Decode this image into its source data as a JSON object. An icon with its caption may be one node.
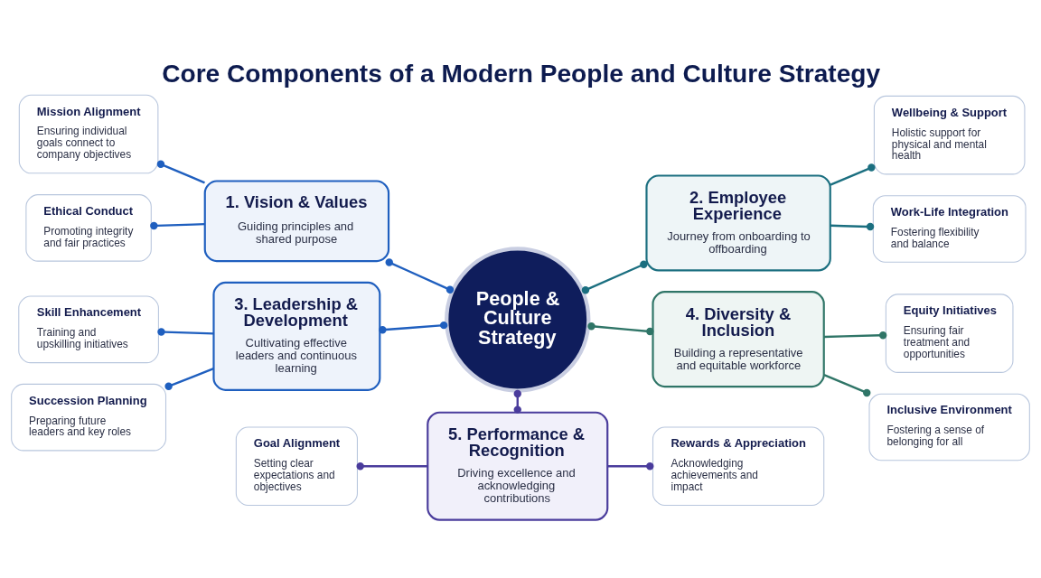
{
  "diagram": {
    "title": "Core Components of a Modern People and Culture Strategy",
    "nodes": [
      {
        "text": [
          "People & Culture Strategy"
        ]
      },
      {
        "text": [
          "1. Vision & Values",
          "Guiding principles and shared purpose"
        ]
      },
      {
        "text": [
          "Mission Alignment",
          "Ensuring individual goals connect to company objectives"
        ]
      },
      {
        "text": [
          "Ethical Conduct",
          "Promoting integrity and fair practices"
        ]
      },
      {
        "text": [
          "2. Employee Experience",
          "Journey from onboarding to offboarding"
        ]
      },
      {
        "text": [
          "Wellbeing & Support",
          "Holistic support for physical and mental health"
        ]
      },
      {
        "text": [
          "Work-Life Integration",
          "Fostering flexibility and balance"
        ]
      },
      {
        "text": [
          "3. Leadership & Development",
          "Cultivating effective leaders and continuous learning"
        ]
      },
      {
        "text": [
          "Skill Enhancement",
          "Training and upskilling initiatives"
        ]
      },
      {
        "text": [
          "Succession Planning",
          "Preparing future leaders and key roles"
        ]
      },
      {
        "text": [
          "4. Diversity & Inclusion",
          "Building a representative and equitable workforce"
        ]
      },
      {
        "text": [
          "Equity Initiatives",
          "Ensuring fair treatment and opportunities"
        ]
      },
      {
        "text": [
          "Inclusive Environment",
          "Fostering a sense of belonging for all"
        ]
      },
      {
        "text": [
          "5. Performance & Recognition",
          "Driving excellence and acknowledging contributions"
        ]
      },
      {
        "text": [
          "Goal Alignment",
          "Setting clear expectations and objectives"
        ]
      },
      {
        "text": [
          "Rewards & Appreciation",
          "Acknowledging achievements and impact"
        ]
      }
    ],
    "edges": [
      {
        "from": 0,
        "to": 1,
        "arrow": "other"
      },
      {
        "from": 0,
        "to": 4,
        "arrow": "other",
        "color": "#1b6f80"
      },
      {
        "from": 0,
        "to": 7,
        "arrow": "other"
      },
      {
        "from": 0,
        "to": 10,
        "arrow": "other",
        "color": "#2f7567"
      },
      {
        "from": 0,
        "to": 13,
        "arrow": "other",
        "color": "#4a3c9c"
      },
      {
        "from": 1,
        "to": 2,
        "arrow": "other"
      },
      {
        "from": 1,
        "to": 3,
        "arrow": "other"
      },
      {
        "from": 4,
        "to": 5,
        "arrow": "other",
        "color": "#1b6f80"
      },
      {
        "from": 4,
        "to": 6,
        "arrow": "other",
        "color": "#1b6f80"
      },
      {
        "from": 7,
        "to": 8,
        "arrow": "other"
      },
      {
        "from": 7,
        "to": 9,
        "arrow": "other"
      },
      {
        "from": 10,
        "to": 11,
        "arrow": "other",
        "color": "#2f7567"
      },
      {
        "from": 10,
        "to": 12,
        "arrow": "other",
        "color": "#2f7567"
      },
      {
        "from": 13,
        "to": 14,
        "arrow": "other",
        "color": "#4a3c9c"
      },
      {
        "from": 13,
        "to": 15,
        "arrow": "other",
        "color": "#4a3c9c"
      }
    ]
  }
}
